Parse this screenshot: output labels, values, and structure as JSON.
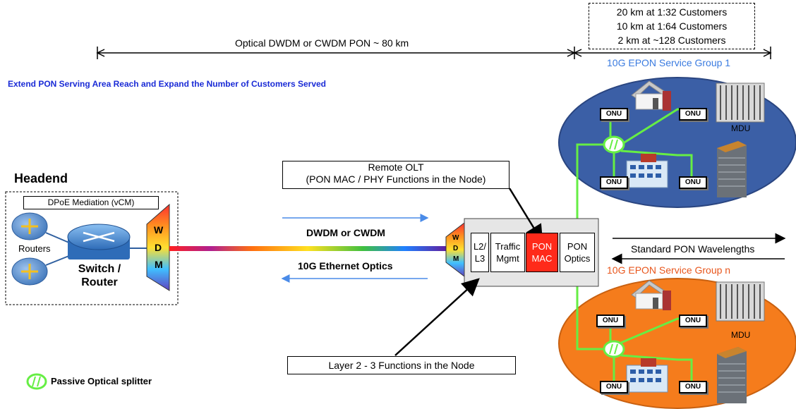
{
  "top": {
    "reach_label": "Optical DWDM or CWDM PON ~ 80 km",
    "distance_lines": [
      "20 km at 1:32 Customers",
      "10 km at 1:64 Customers",
      "2 km at ~128 Customers"
    ],
    "group1_label": "10G EPON Service Group 1",
    "tagline": "Extend PON Serving Area Reach and Expand the Number of Customers Served"
  },
  "headend": {
    "title": "Headend",
    "dpoe_label": "DPoE Mediation (vCM)",
    "routers_label": "Routers",
    "switch_label": "Switch /\nRouter",
    "wdm_letters": [
      "W",
      "D",
      "M"
    ]
  },
  "link": {
    "dwdm_label": "DWDM or CWDM",
    "eth_label": "10G Ethernet Optics"
  },
  "remote_olt": {
    "title": "Remote OLT",
    "subtitle": "(PON MAC / PHY Functions in the Node)",
    "cells": [
      "L2/\nL3",
      "Traffic\nMgmt",
      "PON\nMAC",
      "PON\nOptics"
    ],
    "wdm_letters": [
      "W",
      "D",
      "M"
    ]
  },
  "layer_label": "Layer 2 - 3  Functions in the Node",
  "wavelengths_label": "Standard PON Wavelengths",
  "groupn_label": "10G EPON Service Group n",
  "onu_label": "ONU",
  "mdu_label": "MDU",
  "legend_label": "Passive Optical splitter",
  "colors": {
    "blue_group": "#3b5fa6",
    "orange_group": "#f57c1c",
    "pon_mac": "#ff2a1a",
    "fiber": "#66ee44",
    "tagline": "#1a2bd6",
    "group1_text": "#3a7be0",
    "groupn_text": "#e8561c"
  }
}
